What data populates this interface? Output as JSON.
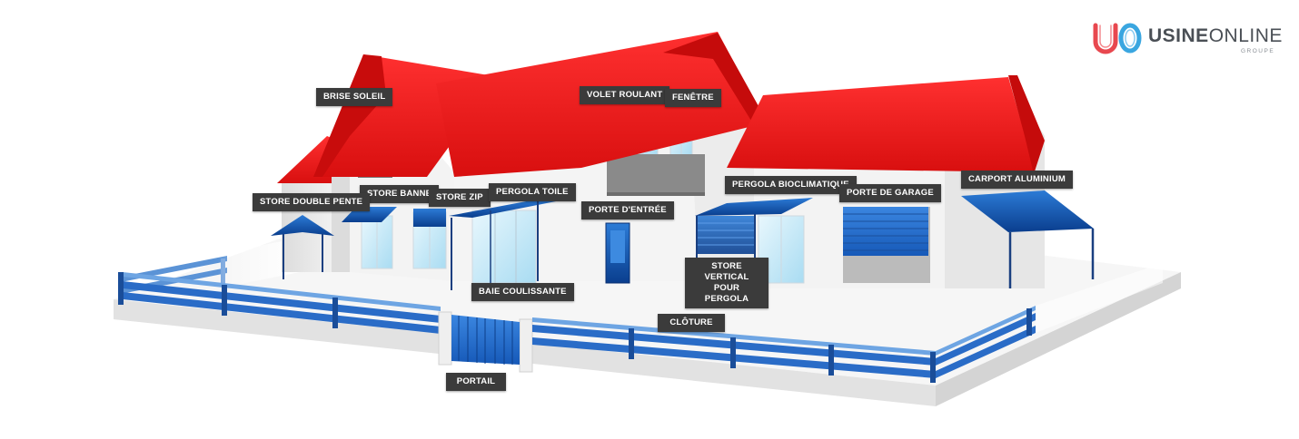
{
  "brand": {
    "word_bold": "USINE",
    "word_regular": "ONLINE",
    "subtitle": "GROUPE",
    "colors": {
      "red": "#e8484f",
      "blue": "#3aa6e0",
      "text": "#4a4f55"
    }
  },
  "colors": {
    "roof": "#ee1b1b",
    "wall": "#f2f2f2",
    "product_blue": "#0d4fa8",
    "glass": "#bfe6f5",
    "label_bg": "#3b3b3b",
    "label_text": "#ffffff"
  },
  "labels": {
    "brise_soleil": "BRISE SOLEIL",
    "volet_roulant": "VOLET ROULANT",
    "fenetre": "FENÊTRE",
    "store_banne": "STORE BANNE",
    "store_zip": "STORE ZIP",
    "pergola_toile": "PERGOLA TOILE",
    "store_double_pente": "STORE DOUBLE PENTE",
    "porte_entree": "PORTE D'ENTRÉE",
    "pergola_bioclimatique": "PERGOLA BIOCLIMATIQUE",
    "porte_garage": "PORTE DE GARAGE",
    "carport_aluminium": "CARPORT ALUMINIUM",
    "store_vertical_l1": "STORE VERTICAL",
    "store_vertical_l2": "POUR PERGOLA",
    "baie_coulissante": "BAIE COULISSANTE",
    "cloture": "CLÔTURE",
    "portail": "PORTAIL"
  }
}
